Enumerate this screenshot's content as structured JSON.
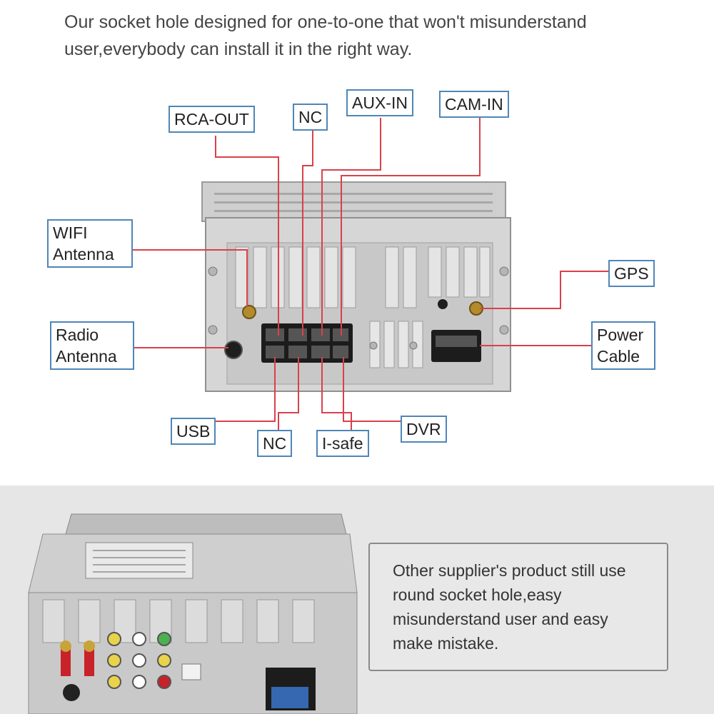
{
  "headline": "Our socket hole designed for one-to-one that won't misunderstand user,everybody can install it in the right way.",
  "labels": {
    "rca_out": "RCA-OUT",
    "nc_top": "NC",
    "aux_in": "AUX-IN",
    "cam_in": "CAM-IN",
    "wifi_line1": "WIFI",
    "wifi_line2": "Antenna",
    "radio_line1": "Radio",
    "radio_line2": "Antenna",
    "gps": "GPS",
    "power_line1": "Power",
    "power_line2": "Cable",
    "usb": "USB",
    "nc_bottom": "NC",
    "isafe": "I-safe",
    "dvr": "DVR"
  },
  "comparison_note": "Other supplier's product still use round socket hole,easy misunderstand user and easy make mistake.",
  "colors": {
    "leader_line": "#d9414a",
    "label_border": "#4f86b8",
    "chassis": "#d3d3d3",
    "chassis_dark": "#9a9a9a",
    "bottom_bg": "#e6e6e6"
  }
}
